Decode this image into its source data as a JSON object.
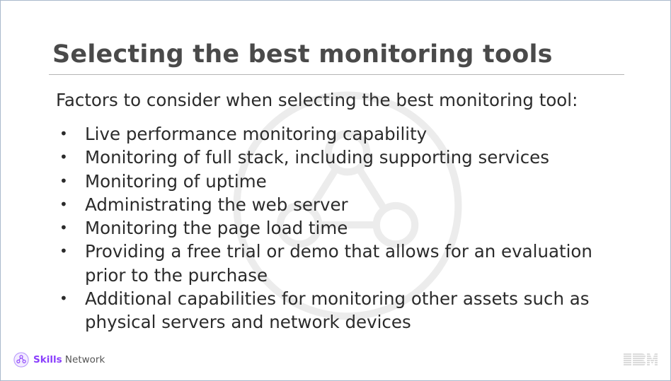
{
  "slide": {
    "title": "Selecting the best monitoring tools",
    "intro": "Factors to consider when selecting the best monitoring tool:",
    "bullet_glyph": "•",
    "bullets": [
      [
        "Live performance monitoring capability"
      ],
      [
        "Monitoring of full stack, including supporting services"
      ],
      [
        "Monitoring of uptime"
      ],
      [
        "Administrating the web server"
      ],
      [
        "Monitoring the page load time"
      ],
      [
        "Providing a free trial or demo that allows for an evaluation",
        "prior to the purchase"
      ],
      [
        "Additional capabilities for monitoring other assets such as",
        "physical servers and network devices"
      ]
    ]
  },
  "footer": {
    "brand_bold": "Skills",
    "brand_rest": " Network",
    "company_logo": "IBM",
    "brand_color": "#8a3ffc"
  },
  "icons": {
    "watermark": "skills-network-watermark-icon",
    "brand": "skills-network-logo-icon",
    "company": "ibm-logo"
  }
}
